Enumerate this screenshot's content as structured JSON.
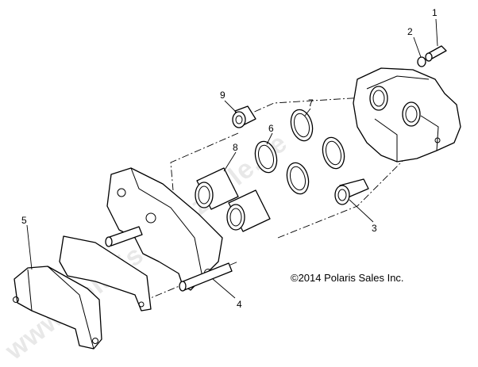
{
  "diagram": {
    "callouts": [
      {
        "id": "1",
        "label": "1"
      },
      {
        "id": "2",
        "label": "2"
      },
      {
        "id": "3",
        "label": "3"
      },
      {
        "id": "4",
        "label": "4"
      },
      {
        "id": "5",
        "label": "5"
      },
      {
        "id": "6",
        "label": "6"
      },
      {
        "id": "7",
        "label": "7"
      },
      {
        "id": "8",
        "label": "8"
      },
      {
        "id": "9",
        "label": "9"
      }
    ],
    "copyright": "©2014 Polaris Sales Inc.",
    "watermark": "www.polarisersatzteile.de"
  }
}
